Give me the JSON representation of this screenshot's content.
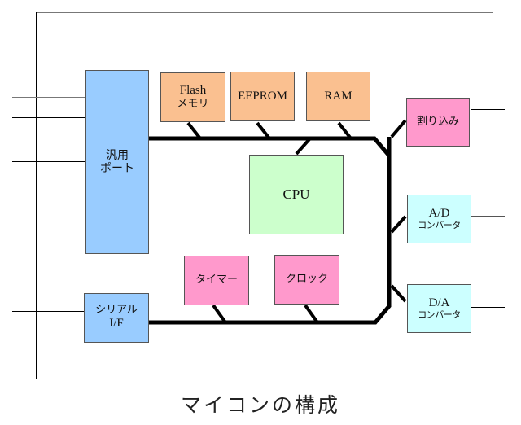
{
  "caption": "マイコンの構成",
  "blocks": {
    "gpio": {
      "line1": "汎用",
      "line2": "ポート"
    },
    "flash": {
      "line1": "Flash",
      "line2": "メモリ"
    },
    "eeprom": {
      "line1": "EEPROM"
    },
    "ram": {
      "line1": "RAM"
    },
    "cpu": {
      "line1": "CPU"
    },
    "interrupt": {
      "line1": "割り込み"
    },
    "adc": {
      "line1": "A/D",
      "line2": "コンバータ"
    },
    "dac": {
      "line1": "D/A",
      "line2": "コンバータ"
    },
    "timer": {
      "line1": "タイマー"
    },
    "clock": {
      "line1": "クロック"
    },
    "serial": {
      "line1": "シリアル",
      "line2": "I/F"
    }
  },
  "colors": {
    "memory": "#fac090",
    "port": "#99ccff",
    "cpu": "#ccffcc",
    "peripheral": "#ff99cc",
    "converter": "#ccffff",
    "bus": "#000000"
  }
}
